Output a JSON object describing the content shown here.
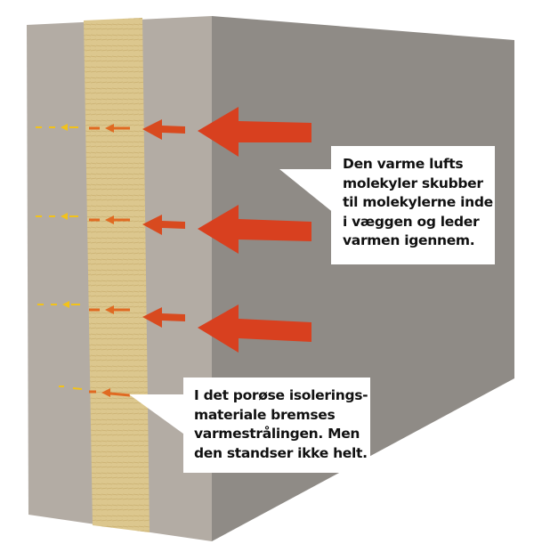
{
  "colors": {
    "side_face": "#8f8b86",
    "front_face": "#b3aca4",
    "insulation": "#d9c48a",
    "big_arrow": "#d8401f",
    "mid_arrow": "#e06a22",
    "small_arrow": "#f2c21a"
  },
  "callouts": {
    "top": {
      "lines": [
        "Den varme lufts",
        "molekyler skubber",
        "til molekylerne inde",
        "i væggen og leder",
        "varmen igennem."
      ]
    },
    "bottom": {
      "lines": [
        "I det porøse isolerings-",
        "materiale bremses",
        "varmestrålingen. Men",
        "den standser ikke helt."
      ]
    }
  }
}
